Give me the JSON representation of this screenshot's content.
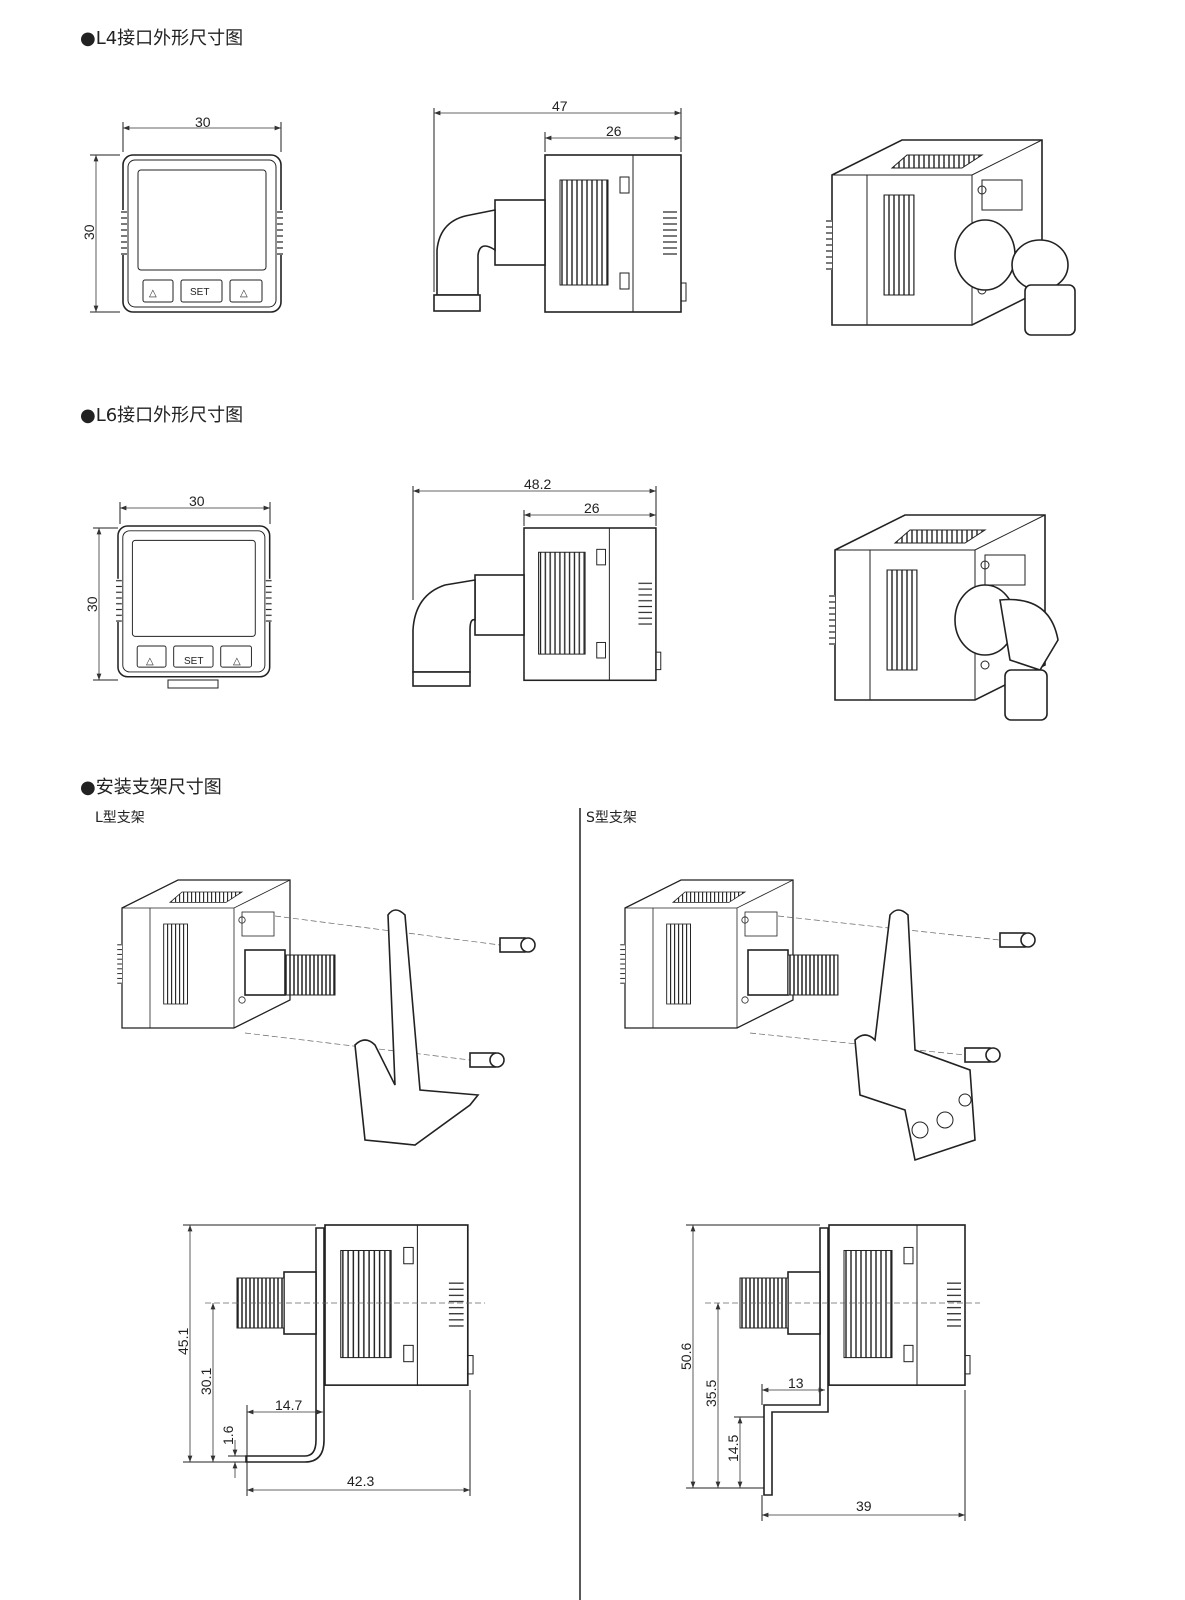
{
  "sections": [
    {
      "title": "●L4接口外形尺寸图",
      "front": {
        "width": "30",
        "height": "30"
      },
      "side": {
        "total": "47",
        "body": "26"
      }
    },
    {
      "title": "●L6接口外形尺寸图",
      "front": {
        "width": "30",
        "height": "30"
      },
      "side": {
        "total": "48.2",
        "body": "26"
      }
    },
    {
      "title": "●安装支架尺寸图"
    }
  ],
  "buttons": {
    "up": "△",
    "set": "SET",
    "down": "△"
  },
  "brackets": {
    "l_type": {
      "label": "L型支架",
      "dims": {
        "height": "45.1",
        "center": "30.1",
        "thickness": "1.6",
        "offset": "14.7",
        "length": "42.3"
      }
    },
    "s_type": {
      "label": "S型支架",
      "dims": {
        "height": "50.6",
        "center": "35.5",
        "lower": "14.5",
        "offset": "13",
        "length": "39"
      }
    }
  }
}
